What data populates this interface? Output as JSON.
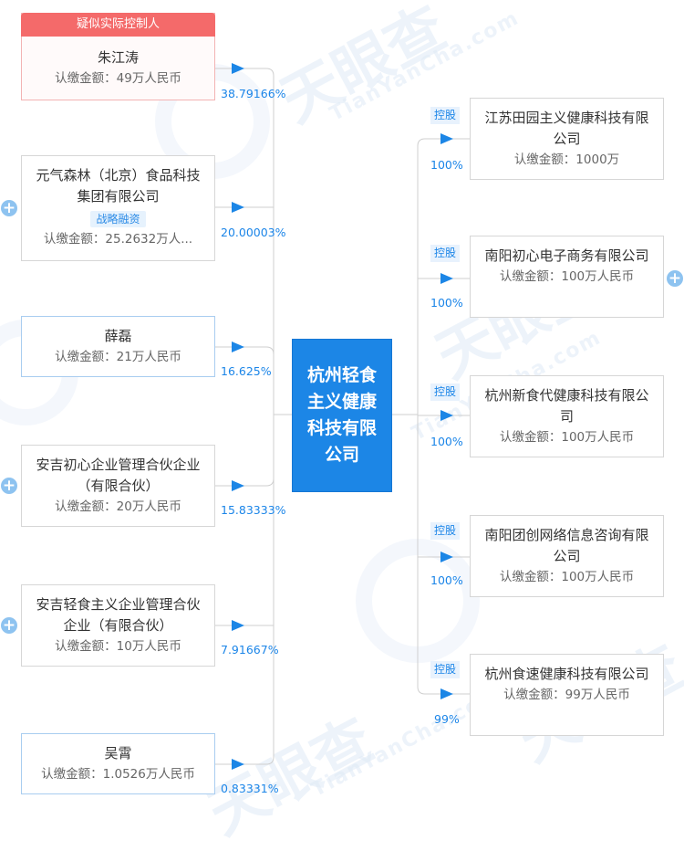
{
  "center": {
    "name": "杭州轻食主义健康科技有限公司"
  },
  "controller_tag": "疑似实际控制人",
  "shareholders": [
    {
      "name": "朱江涛",
      "amount": "认缴金额：49万人民币",
      "pct": "38.79166%"
    },
    {
      "name": "元气森林（北京）食品科技集团有限公司",
      "tag": "战略融资",
      "amount": "认缴金额：25.2632万人...",
      "pct": "20.00003%"
    },
    {
      "name": "薛磊",
      "amount": "认缴金额：21万人民币",
      "pct": "16.625%"
    },
    {
      "name": "安吉初心企业管理合伙企业（有限合伙）",
      "amount": "认缴金额：20万人民币",
      "pct": "15.83333%"
    },
    {
      "name": "安吉轻食主义企业管理合伙企业（有限合伙）",
      "amount": "认缴金额：10万人民币",
      "pct": "7.91667%"
    },
    {
      "name": "吴霄",
      "amount": "认缴金额：1.0526万人民币",
      "pct": "0.83331%"
    }
  ],
  "investments": [
    {
      "label": "控股",
      "name": "江苏田园主义健康科技有限公司",
      "amount": "认缴金额：1000万",
      "pct": "100%"
    },
    {
      "label": "控股",
      "name": "南阳初心电子商务有限公司",
      "amount": "认缴金额：100万人民币",
      "pct": "100%"
    },
    {
      "label": "控股",
      "name": "杭州新食代健康科技有限公司",
      "amount": "认缴金额：100万人民币",
      "pct": "100%"
    },
    {
      "label": "控股",
      "name": "南阳团创网络信息咨询有限公司",
      "amount": "认缴金额：100万人民币",
      "pct": "100%"
    },
    {
      "label": "控股",
      "name": "杭州食速健康科技有限公司",
      "amount": "认缴金额：99万人民币",
      "pct": "99%"
    }
  ],
  "watermark": {
    "cn": "天眼查",
    "en": "TianYanCha.com"
  },
  "colors": {
    "accent": "#1c86e6",
    "controller": "#f46a6a",
    "line": "#cfcfcf"
  }
}
